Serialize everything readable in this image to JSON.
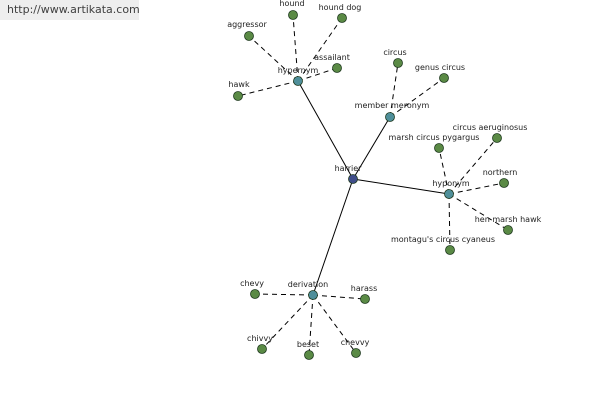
{
  "watermark": "http://www.artikata.com",
  "colors": {
    "root_node": "#3f4d8a",
    "relation_node": "#4f8f9a",
    "leaf_node": "#5a8a45",
    "node_stroke": "#1f3a1f",
    "edge": "#000000"
  },
  "graph": {
    "root": "harrier",
    "relations": [
      {
        "label": "hypernym",
        "words": [
          "aggressor",
          "hound",
          "hound dog",
          "assailant",
          "hawk"
        ]
      },
      {
        "label": "member meronym",
        "words": [
          "circus",
          "genus circus"
        ]
      },
      {
        "label": "hyponym",
        "words": [
          "marsh circus pygargus",
          "circus aeruginosus",
          "northern",
          "hen marsh hawk",
          "montagu's circus cyaneus"
        ]
      },
      {
        "label": "derivation",
        "words": [
          "chevy",
          "harass",
          "chivvy",
          "beset",
          "chevvy"
        ]
      }
    ]
  }
}
